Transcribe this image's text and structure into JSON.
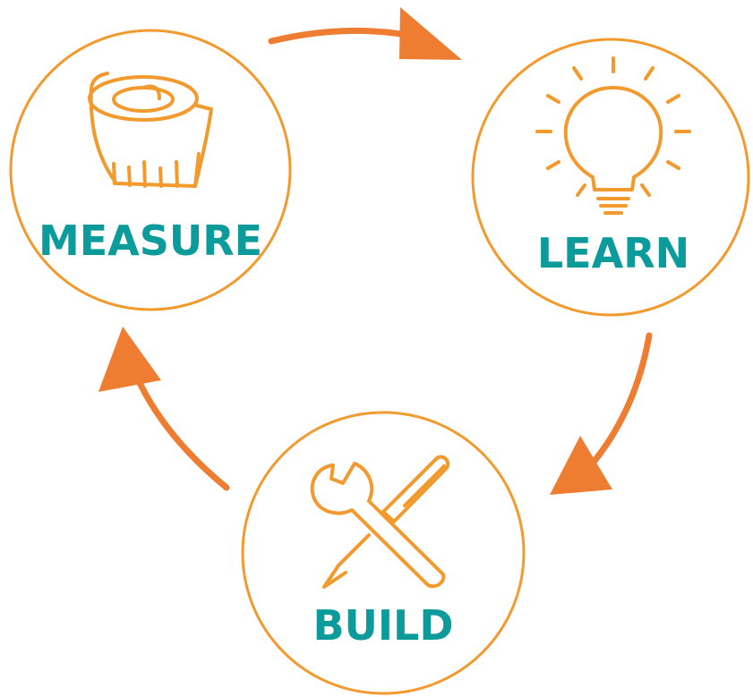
{
  "colors": {
    "ring": "#F29A2E",
    "arrow": "#EE7D31",
    "icon": "#F29A2E",
    "label": "#0B9B9B"
  },
  "stages": {
    "measure": {
      "label": "MEASURE",
      "icon": "tape-measure-icon"
    },
    "learn": {
      "label": "LEARN",
      "icon": "light-bulb-icon"
    },
    "build": {
      "label": "BUILD",
      "icon": "wrench-screwdriver-icon"
    }
  },
  "arrows": [
    {
      "from": "measure",
      "to": "learn"
    },
    {
      "from": "learn",
      "to": "build"
    },
    {
      "from": "build",
      "to": "measure"
    }
  ]
}
